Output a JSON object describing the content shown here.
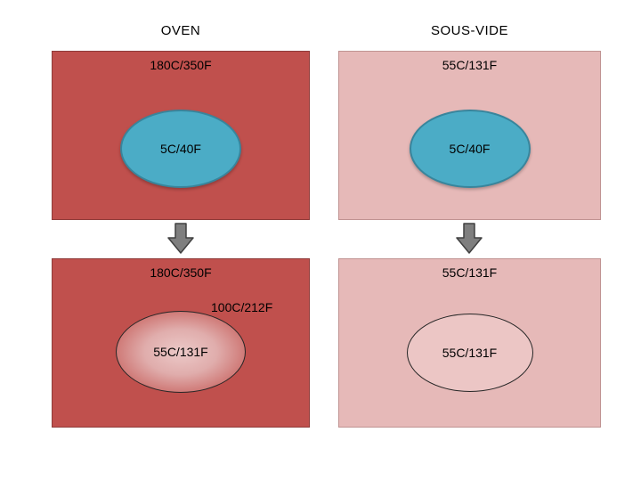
{
  "diagram": {
    "columns": [
      {
        "title": "OVEN",
        "top_panel": {
          "temp_label": "180C/350F",
          "ellipse_label": "5C/40F"
        },
        "bottom_panel": {
          "temp_label": "180C/350F",
          "boundary_label": "100C/212F",
          "ellipse_label": "55C/131F"
        }
      },
      {
        "title": "SOUS-VIDE",
        "top_panel": {
          "temp_label": "55C/131F",
          "ellipse_label": "5C/40F"
        },
        "bottom_panel": {
          "temp_label": "55C/131F",
          "ellipse_label": "55C/131F"
        }
      }
    ],
    "colors": {
      "oven_fill": "#c0504d",
      "oven_border": "#8f3b39",
      "sousvide_fill": "#e6b9b8",
      "sousvide_border": "#c09392",
      "cold_food_fill": "#4bacc6",
      "cold_food_border": "#38859c",
      "cooked_oven_center": "#ecc9c8",
      "cooked_sousvide_fill": "#ecc6c5",
      "arrow_fill": "#7f7f7f",
      "arrow_border": "#404040"
    }
  }
}
